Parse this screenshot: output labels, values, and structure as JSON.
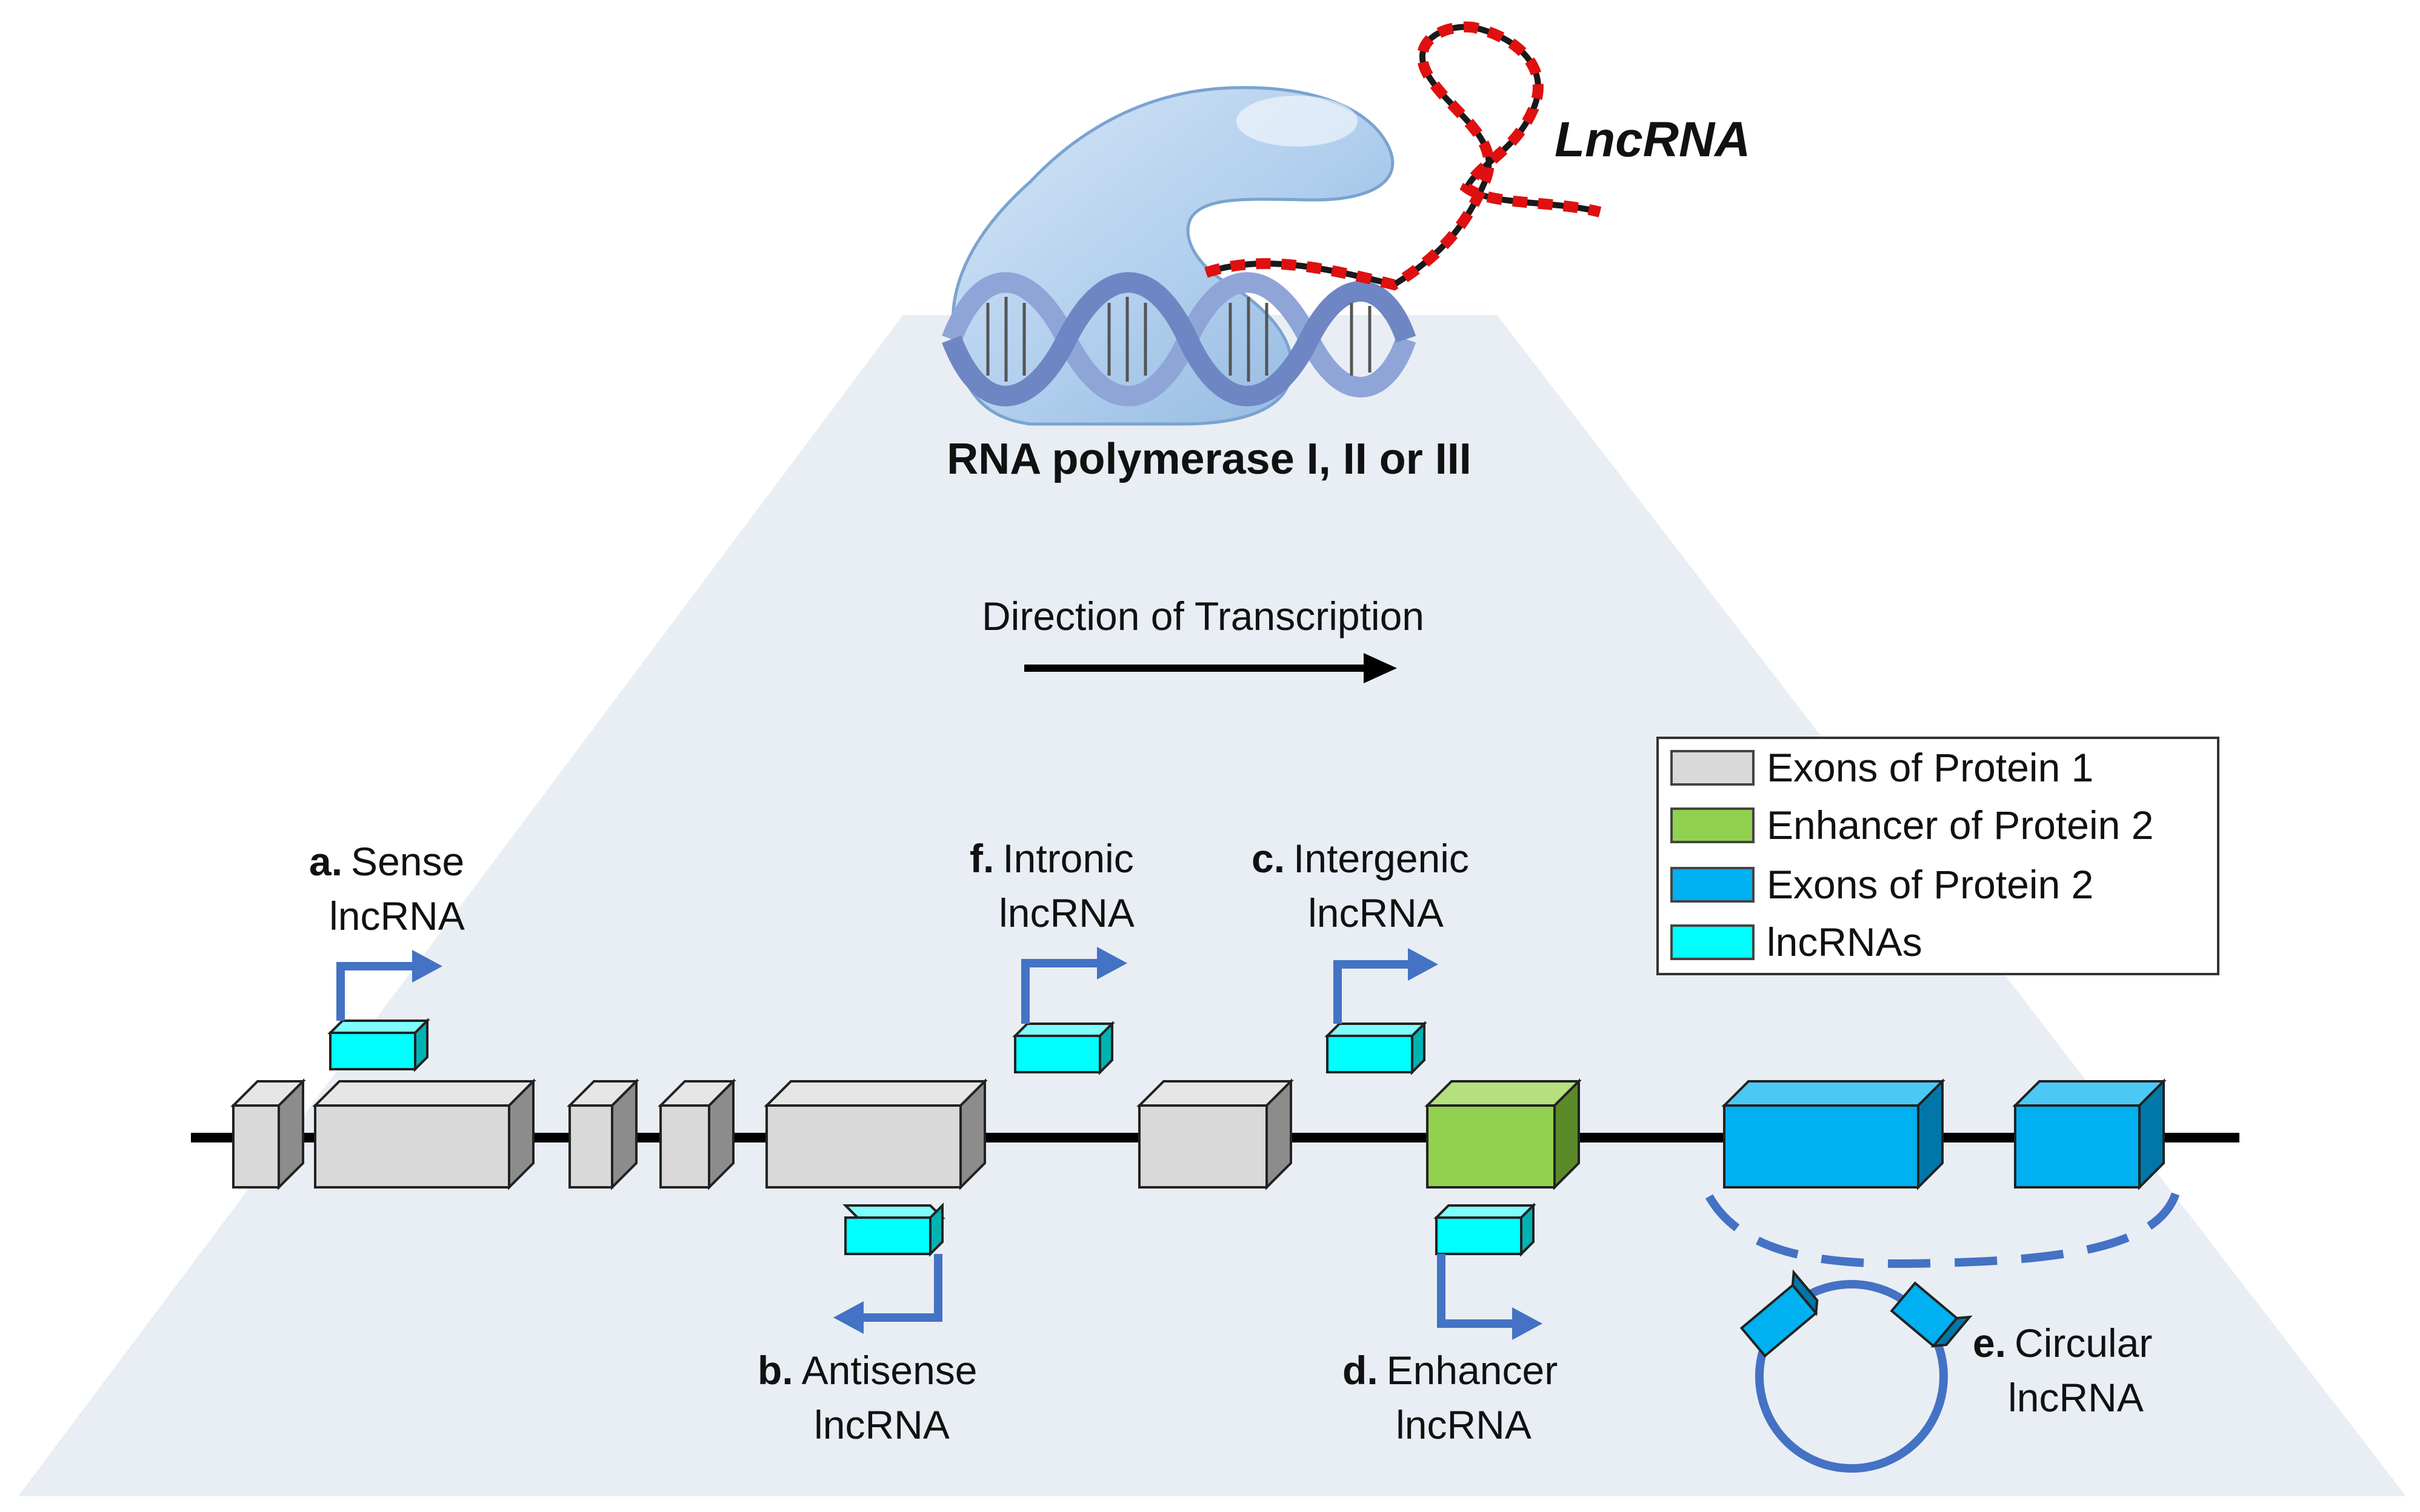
{
  "header": {
    "lncrna_label": "LncRNA",
    "polymerase_label": "RNA polymerase I, II or III"
  },
  "direction": {
    "label": "Direction of Transcription"
  },
  "legend": [
    {
      "label": "Exons of Protein 1",
      "color": "#d9d9d9"
    },
    {
      "label": "Enhancer of Protein 2",
      "color": "#92d050"
    },
    {
      "label": "Exons of Protein 2",
      "color": "#00b0f0"
    },
    {
      "label": "lncRNAs",
      "color": "#00ffff"
    }
  ],
  "types": {
    "a": {
      "letter": "a.",
      "name": "Sense",
      "sub": "lncRNA"
    },
    "b": {
      "letter": "b.",
      "name": "Antisense",
      "sub": "lncRNA"
    },
    "c": {
      "letter": "c.",
      "name": "Intergenic",
      "sub": "lncRNA"
    },
    "d": {
      "letter": "d.",
      "name": "Enhancer",
      "sub": "lncRNA"
    },
    "e": {
      "letter": "e.",
      "name": "Circular",
      "sub": "lncRNA"
    },
    "f": {
      "letter": "f.",
      "name": "Intronic",
      "sub": "lncRNA"
    }
  },
  "colors": {
    "background_trapezoid": "#e9eef4",
    "arrow_blue": "#4472c4",
    "polymerase_blue": "#aecbe9"
  }
}
